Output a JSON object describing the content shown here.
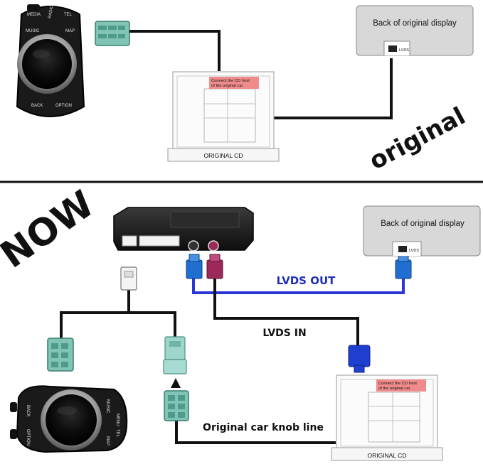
{
  "top_section": {
    "display_label": "Back of original display",
    "lvds_port_label": "LVDS",
    "cd_label": "ORIGINAL CD",
    "cd_note": [
      "Connect the CD host",
      "of the original car"
    ],
    "corner_label": "original"
  },
  "bottom_section": {
    "banner": "NOW",
    "display_label": "Back of original display",
    "lvds_port_label": "LVDS",
    "lvds_out_label": "LVDS OUT",
    "lvds_in_label": "LVDS IN",
    "knob_line_label": "Original car knob line",
    "cd_label": "ORIGINAL CD",
    "cd_note": [
      "Connect the CD host",
      "of the original car"
    ]
  },
  "knob_buttons": [
    "MEDIA",
    "RADIO",
    "TEL",
    "MUSIC",
    "MAP",
    "BACK",
    "OPTION"
  ],
  "knob_buttons_bottom": [
    "BACK",
    "OPTION",
    "MUSIC",
    "MENU",
    "TEL",
    "MAP"
  ],
  "colors": {
    "cable_black": "#111111",
    "lvds_out_cable": "#2c36d6",
    "lvds_out_text": "#1f2fb8",
    "connector_blue": "#1f6fd0",
    "connector_magenta": "#9b2a5a",
    "connector_green": "#7fc4b4",
    "note_bg": "#f08b8b",
    "display_bg": "#d8d8d8"
  }
}
